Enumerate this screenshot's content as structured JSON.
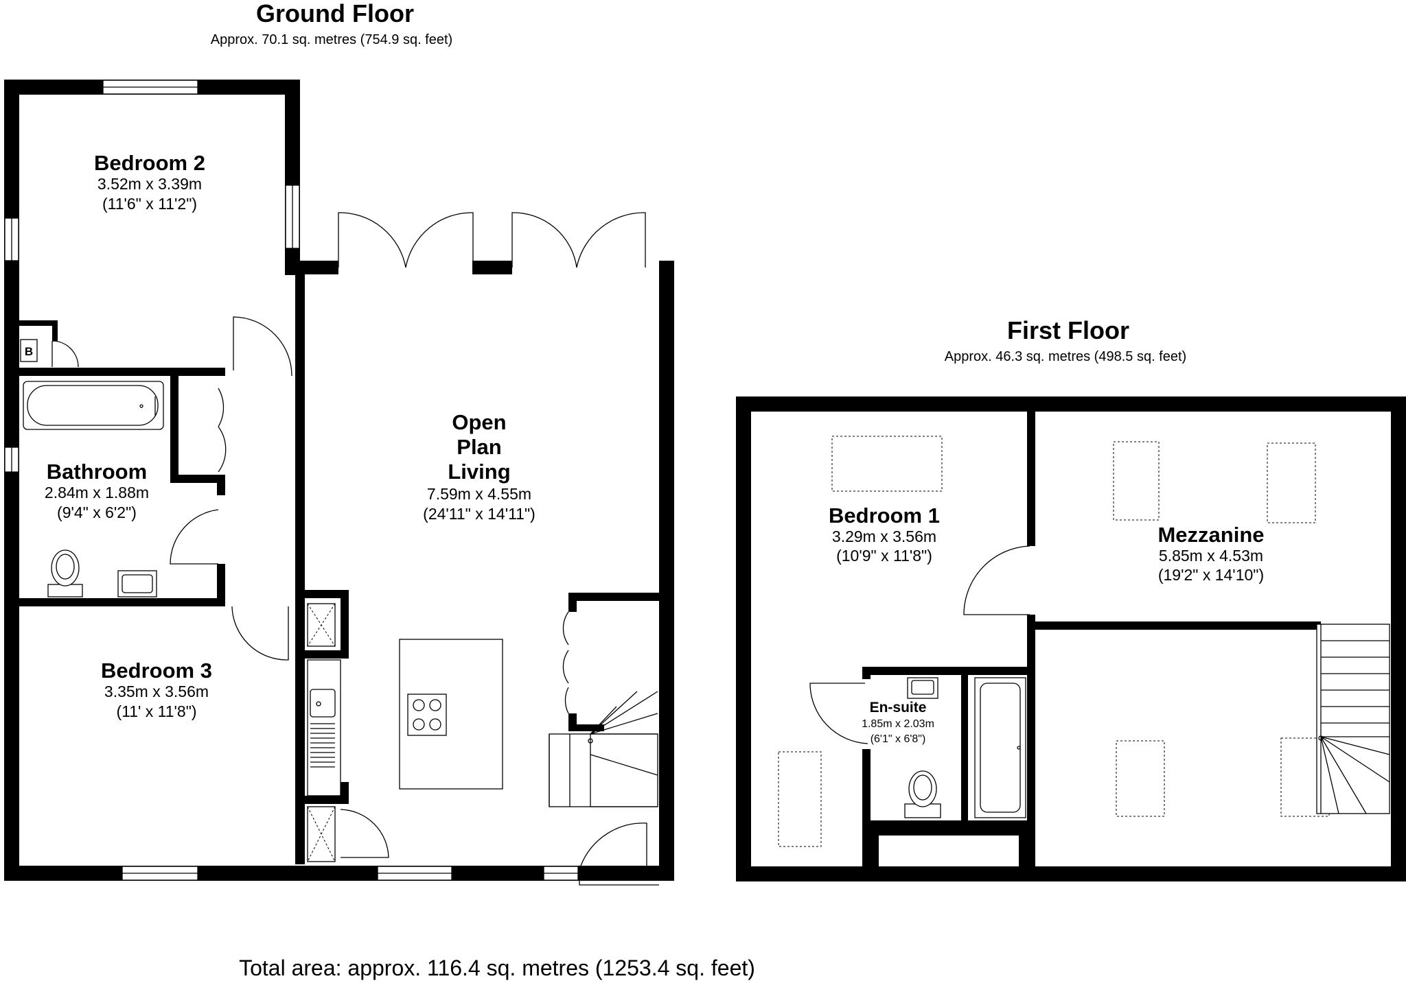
{
  "ground_floor": {
    "title": "Ground Floor",
    "area": "Approx. 70.1 sq. metres (754.9 sq. feet)",
    "boiler_label": "B",
    "rooms": {
      "bedroom2": {
        "name": "Bedroom 2",
        "metric": "3.52m x 3.39m",
        "imperial": "(11'6\" x 11'2\")"
      },
      "bathroom": {
        "name": "Bathroom",
        "metric": "2.84m x 1.88m",
        "imperial": "(9'4\" x 6'2\")"
      },
      "bedroom3": {
        "name": "Bedroom 3",
        "metric": "3.35m x 3.56m",
        "imperial": "(11' x 11'8\")"
      },
      "living": {
        "name_lines": [
          "Open",
          "Plan",
          "Living"
        ],
        "metric": "7.59m x 4.55m",
        "imperial": "(24'11\" x 14'11\")"
      }
    }
  },
  "first_floor": {
    "title": "First Floor",
    "area": "Approx. 46.3 sq. metres (498.5 sq. feet)",
    "rooms": {
      "bedroom1": {
        "name": "Bedroom 1",
        "metric": "3.29m x 3.56m",
        "imperial": "(10'9\" x 11'8\")"
      },
      "mezzanine": {
        "name": "Mezzanine",
        "metric": "5.85m x 4.53m",
        "imperial": "(19'2\" x 14'10\")"
      },
      "ensuite": {
        "name": "En-suite",
        "metric": "1.85m x 2.03m",
        "imperial": "(6'1\" x 6'8\")"
      }
    }
  },
  "total_area": "Total area: approx. 116.4 sq. metres (1253.4 sq. feet)"
}
